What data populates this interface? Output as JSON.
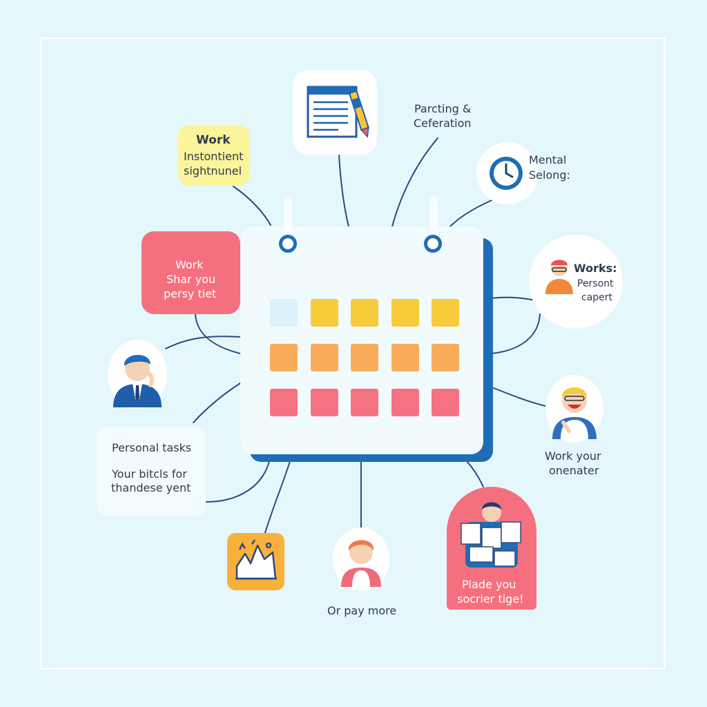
{
  "colors": {
    "background": "#e4f7fb",
    "calendar_border": "#1f6db5",
    "cell_blue": "#dcf3fb",
    "cell_yellow": "#f8cb3b",
    "cell_orange": "#f9ad5a",
    "cell_pink": "#f57283",
    "note_yellow": "#fcf49a",
    "note_red": "#f5707f",
    "connector": "#2d4a7a"
  },
  "nodes": {
    "work_note": {
      "title": "Work",
      "line1": "Instontient",
      "line2": "sightnunel"
    },
    "red_note": {
      "line1": "Work",
      "line2": "Shar you",
      "line3": "persy tiet"
    },
    "parting": {
      "line1": "Parcting &",
      "line2": "Ceferation"
    },
    "mental": {
      "line1": "Mental",
      "line2": "Selong:"
    },
    "works": {
      "title": "Works:",
      "line1": "Persont",
      "line2": "capert"
    },
    "work_your": {
      "line1": "Work your",
      "line2": "onenater"
    },
    "personal": {
      "title": "Personal tasks",
      "line1": "Your bitcls for",
      "line2": "thandese yent"
    },
    "place": {
      "line1": "Plade you",
      "line2": "socrier tige!"
    },
    "pay_more": {
      "text": "Or pay more"
    }
  },
  "icons": {
    "document": "document-pen-icon",
    "clock": "clock-icon",
    "chart": "chart-icon",
    "person": "person-avatar-icon"
  },
  "calendar": {
    "rows": [
      [
        "blue",
        "yellow",
        "yellow",
        "yellow",
        "yellow"
      ],
      [
        "orange",
        "orange",
        "orange",
        "orange",
        "orange"
      ],
      [
        "pink",
        "pink",
        "pink",
        "pink",
        "pink"
      ]
    ]
  }
}
